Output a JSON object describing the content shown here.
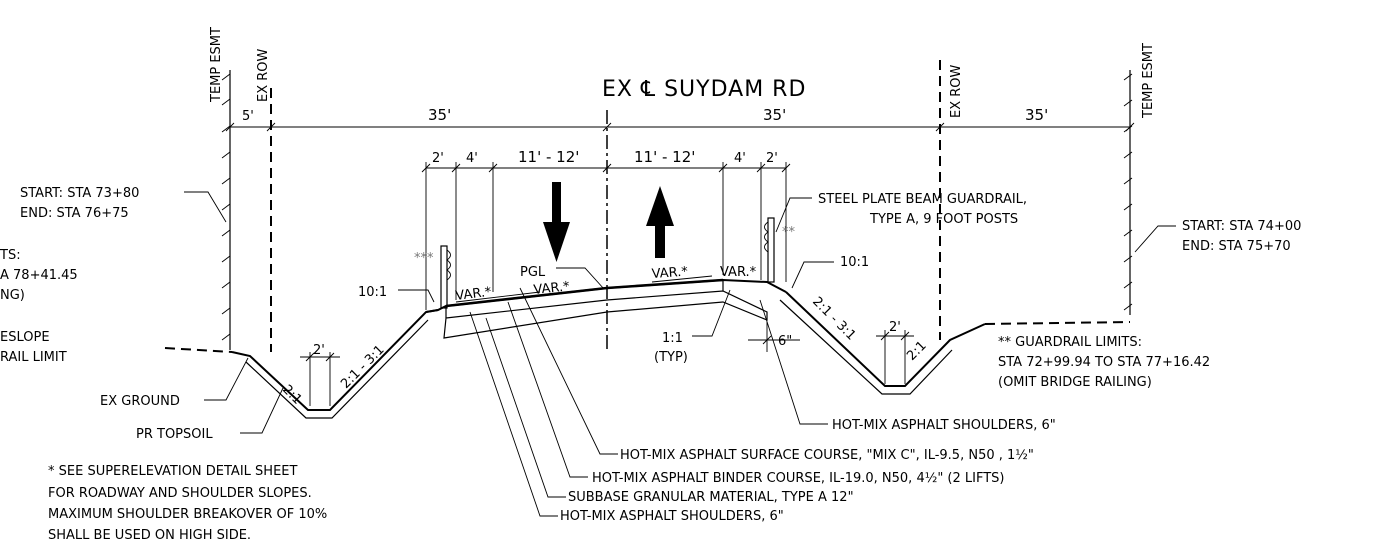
{
  "title": "EX ℄ SUYDAM RD",
  "top_labels": {
    "temp_esmt_left": "TEMP ESMT",
    "ex_row_left": "EX ROW",
    "ex_row_right": "EX ROW",
    "temp_esmt_right": "TEMP ESMT"
  },
  "dims": {
    "d_5": "5'",
    "d_35_left": "35'",
    "d_35_mid": "35'",
    "d_35_right": "35'",
    "d_2_left": "2'",
    "d_4_left": "4'",
    "d_lane_left": "11' - 12'",
    "d_lane_right": "11' - 12'",
    "d_4_right": "4'",
    "d_2_right": "2'",
    "d_6": "6\"",
    "d_2_ditch_left": "2'",
    "d_2_ditch_right": "2'"
  },
  "slopes": {
    "s_10_1_left": "10:1",
    "s_10_1_right": "10:1",
    "s_2_1_left": "2:1",
    "s_2_1_3_1_left": "2:1 - 3:1",
    "s_2_1_3_1_right": "2:1 - 3:1",
    "s_2_1_right": "2:1",
    "s_1_1": "1:1",
    "s_typ": "(TYP)"
  },
  "var": {
    "v1": "VAR.*",
    "v2": "VAR.*",
    "v3": "VAR.*",
    "v4": "VAR.*",
    "pgl": "PGL"
  },
  "marks": {
    "triple_star": "***",
    "double_star": "**"
  },
  "left_notes": {
    "start": "START: STA 73+80",
    "end": "END: STA 76+75",
    "frag1": "TS:",
    "frag2": "A 78+41.45",
    "frag3": "NG)",
    "frag4": "ESLOPE",
    "frag5": "RAIL LIMIT"
  },
  "right_notes": {
    "guardrail_1": "STEEL PLATE BEAM GUARDRAIL,",
    "guardrail_2": "TYPE A, 9 FOOT POSTS",
    "start": "START: STA 74+00",
    "end": "END: STA 75+70",
    "limits_1": "** GUARDRAIL LIMITS:",
    "limits_2": "STA 72+99.94 TO STA 77+16.42",
    "limits_3": "(OMIT BRIDGE RAILING)"
  },
  "ground_labels": {
    "ex_ground": "EX GROUND",
    "pr_topsoil": "PR TOPSOIL"
  },
  "callouts": {
    "hma_shoulders_right": "HOT-MIX ASPHALT SHOULDERS, 6\"",
    "surface": "HOT-MIX ASPHALT SURFACE COURSE, \"MIX C\", IL-9.5, N50 , 1½\"",
    "binder": "HOT-MIX ASPHALT BINDER COURSE, IL-19.0, N50, 4½\" (2 LIFTS)",
    "subbase": "SUBBASE GRANULAR MATERIAL, TYPE A 12\"",
    "hma_shoulders_left": "HOT-MIX ASPHALT SHOULDERS, 6\""
  },
  "footnote": {
    "line1": "* SEE SUPERELEVATION DETAIL SHEET",
    "line2": "FOR ROADWAY AND SHOULDER SLOPES.",
    "line3": "MAXIMUM SHOULDER BREAKOVER OF 10%",
    "line4": "SHALL BE USED ON HIGH SIDE."
  }
}
